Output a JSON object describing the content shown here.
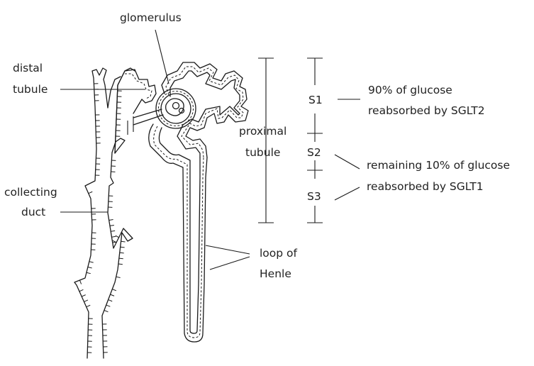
{
  "labels": {
    "glomerulus": "glomerulus",
    "distal_1": "distal",
    "distal_2": "tubule",
    "collecting_1": "collecting",
    "collecting_2": "duct",
    "proximal_1": "proximal",
    "proximal_2": "tubule",
    "s1": "S1",
    "s2": "S2",
    "s3": "S3",
    "sglt2_1": "90% of glucose",
    "sglt2_2": "reabsorbed by SGLT2",
    "sglt1_1": "remaining 10% of glucose",
    "sglt1_2": "reabsorbed by SGLT1",
    "loop_1": "loop of",
    "loop_2": "Henle"
  }
}
